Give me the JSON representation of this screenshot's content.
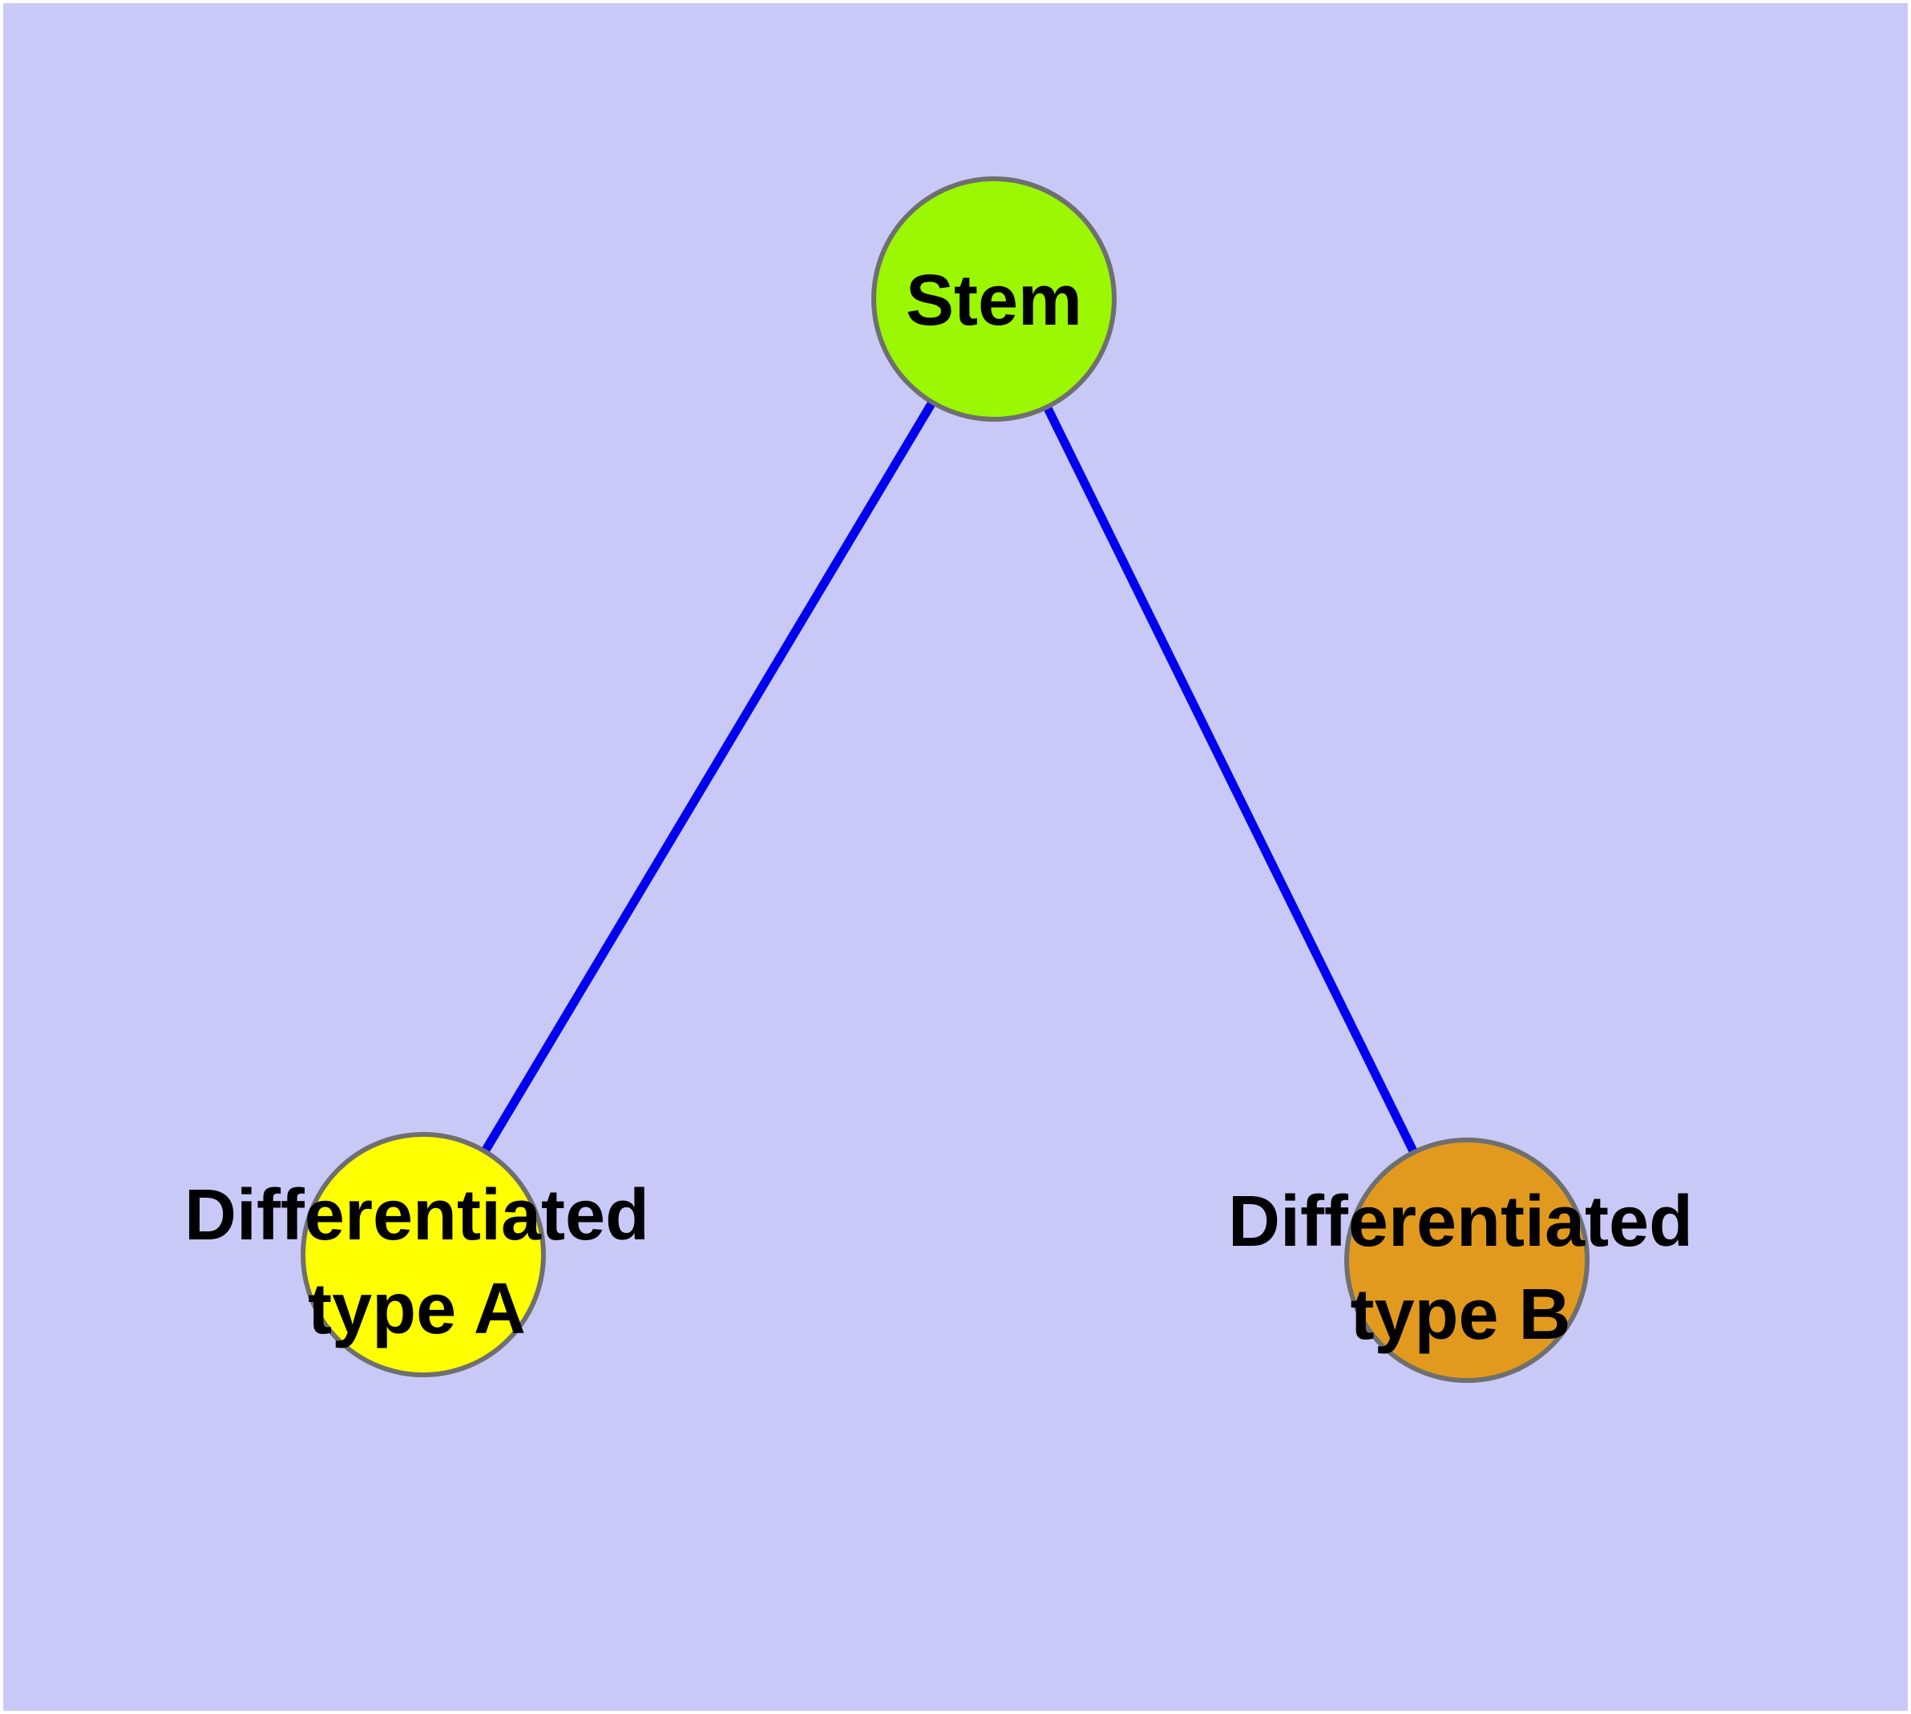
{
  "canvas": {
    "background_color": "#c9c9f8",
    "frame_color": "#ffffff"
  },
  "diagram": {
    "kind": "node-edge-graph",
    "nodes": {
      "stem": {
        "label": "Stem",
        "fill": "#9bf702",
        "border": "#6f6f6f"
      },
      "type_a": {
        "label_line1": "Differentiated",
        "label_line2": "type A",
        "fill": "#ffff00",
        "border": "#6f6f6f"
      },
      "type_b": {
        "label_line1": "Differentiated",
        "label_line2": "type B",
        "fill": "#e29a1e",
        "border": "#6f6f6f"
      }
    },
    "edges": {
      "color": "#0000ee",
      "connections": [
        {
          "from": "Stem",
          "to": "Differentiated type A"
        },
        {
          "from": "Stem",
          "to": "Differentiated type B"
        }
      ]
    }
  }
}
